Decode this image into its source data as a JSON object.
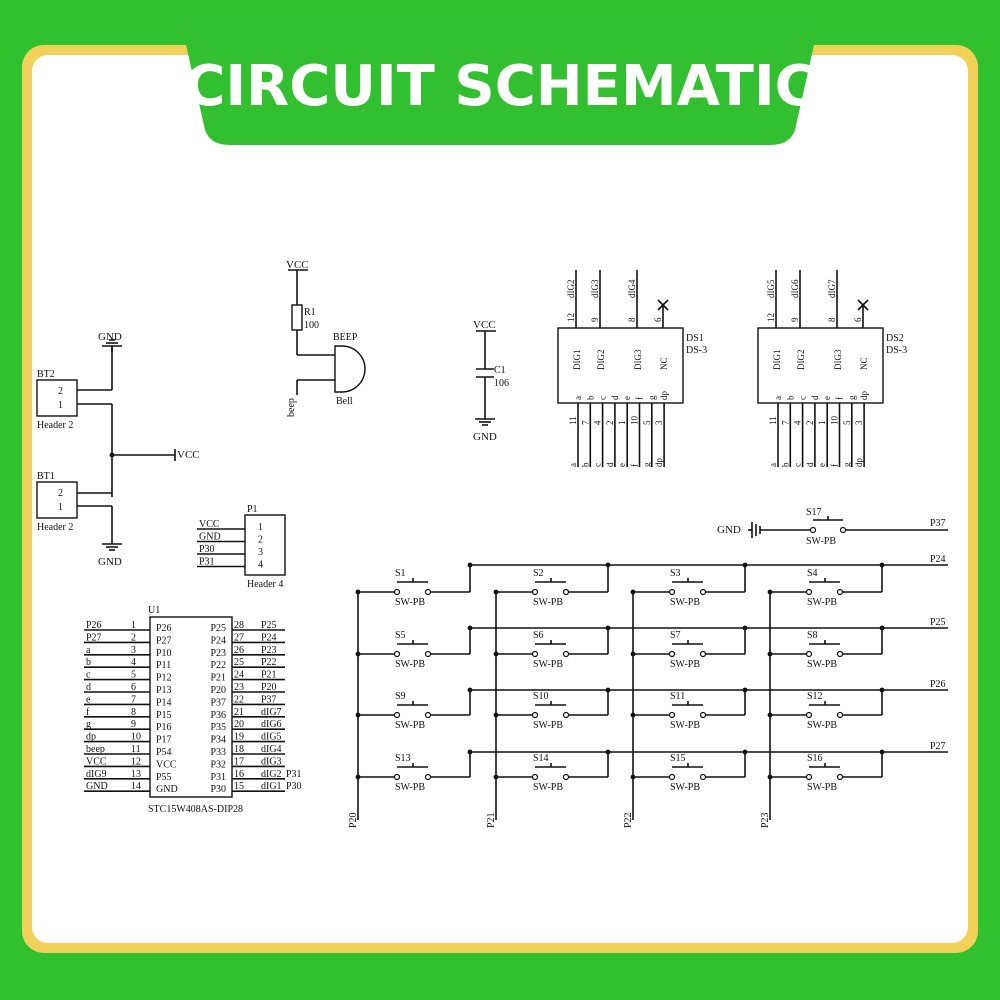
{
  "banner": {
    "title": "CIRCUIT SCHEMATIC"
  },
  "colors": {
    "background_green": "#31c12f",
    "frame_yellow": "#f2d15a",
    "panel_white": "#ffffff",
    "ink": "#111111"
  },
  "power": {
    "gnd": "GND",
    "vcc": "VCC",
    "bt2": {
      "ref": "BT2",
      "pin_a": "2",
      "pin_b": "1",
      "type": "Header 2"
    },
    "bt1": {
      "ref": "BT1",
      "pin_a": "2",
      "pin_b": "1",
      "type": "Header 2"
    }
  },
  "buzzer": {
    "vcc": "VCC",
    "r_ref": "R1",
    "r_value": "100",
    "bz_ref": "BEEP",
    "bz_type": "Bell",
    "net": "beep"
  },
  "cap": {
    "vcc": "VCC",
    "ref": "C1",
    "value": "106",
    "gnd": "GND"
  },
  "display_pins": {
    "top_pins": [
      "12",
      "9",
      "8",
      "6"
    ],
    "body_top": [
      "DIG1",
      "DIG2",
      "DIG3",
      "NC"
    ],
    "body_bottom": [
      "a",
      "b",
      "c",
      "d",
      "e",
      "f",
      "g",
      "dp"
    ],
    "bottom_pins": [
      "11",
      "7",
      "4",
      "2",
      "1",
      "10",
      "5",
      "3"
    ],
    "bottom_nets": [
      "a",
      "b",
      "c",
      "d",
      "e",
      "f",
      "g",
      "dp"
    ]
  },
  "ds1": {
    "ref": "DS1",
    "type": "DS-3",
    "top_nets": [
      "dIG2",
      "dIG3",
      "dIG4"
    ]
  },
  "ds2": {
    "ref": "DS2",
    "type": "DS-3",
    "top_nets": [
      "dIG5",
      "dIG6",
      "dIG7"
    ]
  },
  "p1": {
    "ref": "P1",
    "type": "Header 4",
    "nets": [
      "VCC",
      "GND",
      "P30",
      "P31"
    ],
    "pins": [
      "1",
      "2",
      "3",
      "4"
    ]
  },
  "mcu": {
    "ref": "U1",
    "part": "STC15W408AS-DIP28",
    "left_nets": [
      "P26",
      "P27",
      "a",
      "b",
      "c",
      "d",
      "e",
      "f",
      "g",
      "dp",
      "beep",
      "VCC",
      "dIG9",
      "GND"
    ],
    "left_pins": [
      "1",
      "2",
      "3",
      "4",
      "5",
      "6",
      "7",
      "8",
      "9",
      "10",
      "11",
      "12",
      "13",
      "14"
    ],
    "left_names": [
      "P26",
      "P27",
      "P10",
      "P11",
      "P12",
      "P13",
      "P14",
      "P15",
      "P16",
      "P17",
      "P54",
      "VCC",
      "P55",
      "GND"
    ],
    "right_names": [
      "P25",
      "P24",
      "P23",
      "P22",
      "P21",
      "P20",
      "P37",
      "P36",
      "P35",
      "P34",
      "P33",
      "P32",
      "P31",
      "P30"
    ],
    "right_pins": [
      "28",
      "27",
      "26",
      "25",
      "24",
      "23",
      "22",
      "21",
      "20",
      "19",
      "18",
      "17",
      "16",
      "15"
    ],
    "right_nets": [
      "P25",
      "P24",
      "P23",
      "P22",
      "P21",
      "P20",
      "P37",
      "dIG7",
      "dIG6",
      "dIG5",
      "dIG4",
      "dIG3",
      "dIG2",
      "dIG1"
    ],
    "extra_nets": [
      "P31",
      "P30"
    ]
  },
  "keypad": {
    "switch_type": "SW-PB",
    "switches": [
      "S1",
      "S2",
      "S3",
      "S4",
      "S5",
      "S6",
      "S7",
      "S8",
      "S9",
      "S10",
      "S11",
      "S12",
      "S13",
      "S14",
      "S15",
      "S16"
    ],
    "row_nets": [
      "P24",
      "P25",
      "P26",
      "P27"
    ],
    "col_nets": [
      "P20",
      "P21",
      "P22",
      "P23"
    ],
    "s17": {
      "ref": "S17",
      "type": "SW-PB",
      "left": "GND",
      "right": "P37"
    }
  }
}
